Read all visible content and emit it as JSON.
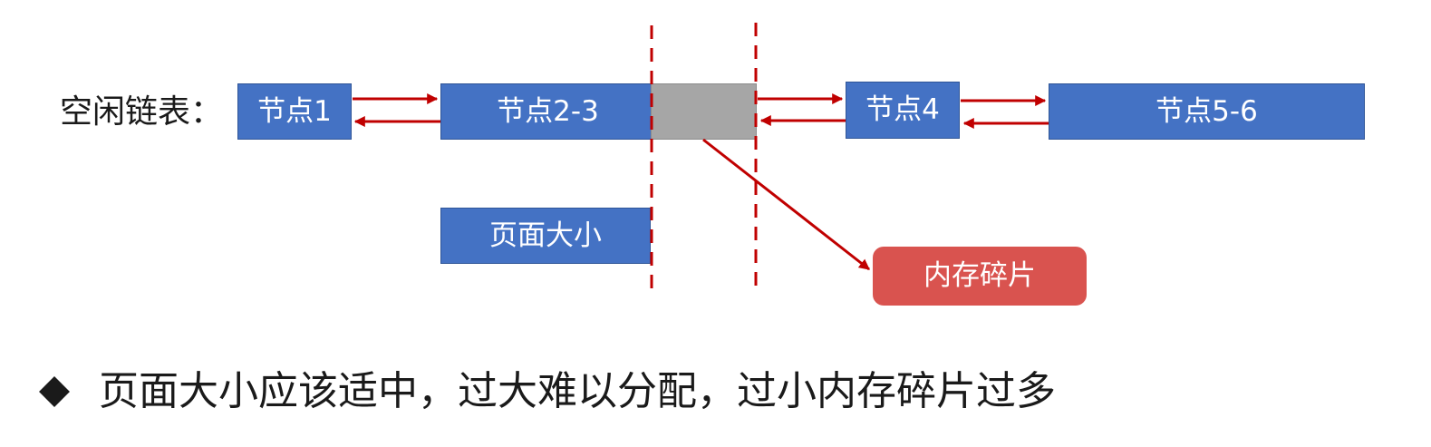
{
  "free_list_label": "空闲链表：",
  "nodes": {
    "node1": "节点1",
    "node23": "节点2-3",
    "node4": "节点4",
    "node56": "节点5-6"
  },
  "page_size_label": "页面大小",
  "fragment_label": "内存碎片",
  "bullet_text": "页面大小应该适中，过大难以分配，过小内存碎片过多",
  "colors": {
    "node_fill": "#4472c4",
    "fragment_block": "#a6a6a6",
    "fragment_label_fill": "#d9534f",
    "arrow": "#c00000",
    "dashed_line": "#c00000"
  }
}
